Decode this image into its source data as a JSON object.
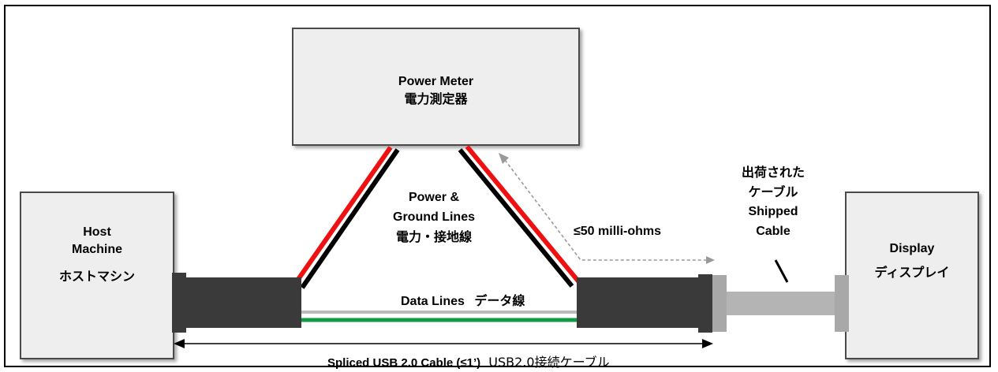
{
  "host": {
    "line1": "Host",
    "line2": "Machine",
    "jp": "ホストマシン"
  },
  "power_meter": {
    "line1": "Power Meter",
    "jp": "電力測定器"
  },
  "display": {
    "line1": "Display",
    "jp": "ディスプレイ"
  },
  "power_ground": {
    "line1": "Power &",
    "line2": "Ground Lines",
    "jp": "電力・接地線"
  },
  "resistance": {
    "text": "≤50 milli-ohms"
  },
  "shipped_cable": {
    "jp1": "出荷された",
    "jp2": "ケーブル",
    "en1": "Shipped",
    "en2": "Cable"
  },
  "data_lines": {
    "en": "Data Lines",
    "jp": "データ線"
  },
  "spliced": {
    "en": "Spliced USB 2.0 Cable (≤1’)",
    "jp": "USB2.0接続ケーブル"
  },
  "colors": {
    "box_fill": "#eeeeee",
    "cable_dark": "#3a3a3a",
    "cable_shipped": "#b4b4b4",
    "wire_red": "#ee1111",
    "wire_black": "#000000",
    "wire_green": "#119944",
    "wire_gray": "#bbbbbb",
    "arrow_dashed": "#999999"
  }
}
